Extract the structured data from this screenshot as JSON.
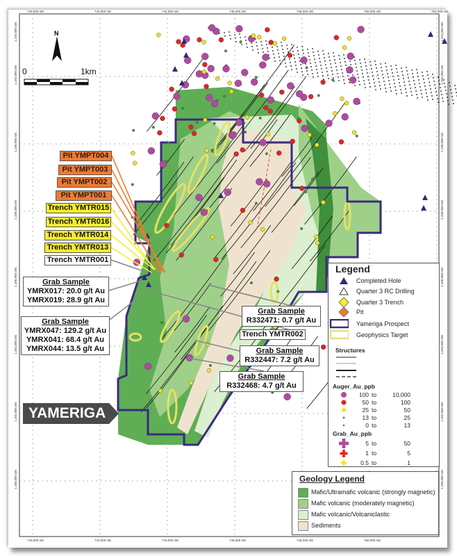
{
  "map": {
    "prospect_name": "YAMERIGA",
    "north_label": "N",
    "scale": {
      "start": "0",
      "end": "1km"
    },
    "eastings_top": [
      "740,000 mE",
      "742,000 mE",
      "744,000 mE",
      "746,000 mE",
      "748,000 mE",
      "750,000 mE",
      "752,000 mE"
    ],
    "eastings_bottom": [
      "740,000 mE",
      "742,000 mE",
      "744,000 mE",
      "746,000 mE",
      "748,000 mE",
      "750,000 mE"
    ],
    "northings": [
      "1,194,000 mN",
      "1,192,000 mN",
      "1,190,000 mN",
      "1,188,000 mN",
      "1,186,000 mN",
      "1,184,000 mN",
      "1,182,000 mN",
      "1,180,000 mN"
    ],
    "colors": {
      "prospect_outline": "#3a2a80",
      "geophysics_target": "#e8e060",
      "mafic_ultramafic": "#5fae55",
      "mafic_moderate": "#9fd08a",
      "mafic_volcaniclastic": "#dcefd0",
      "sediments": "#efe3cf",
      "pit": "#f07a30",
      "trench": "#f5ee2a"
    }
  },
  "pits": [
    "Pit YMPT004",
    "Pit YMPT003",
    "Pit YMPT002",
    "Pit YMPT001"
  ],
  "trenches": [
    "Trench YMTR015",
    "Trench YMTR016",
    "Trench YMTR014",
    "Trench YMTR013"
  ],
  "trench_white": [
    "Trench YMTR001",
    "Trench YMTR002"
  ],
  "grab_samples": [
    {
      "title": "Grab Sample",
      "lines": [
        "YMRX017: 20.0 g/t Au",
        "YMRX019: 28.9 g/t Au"
      ]
    },
    {
      "title": "Grab Sample",
      "lines": [
        "YMRX047: 129.2 g/t Au",
        "YMRX041: 68.4 g/t Au",
        "YMRX044: 13.5 g/t Au"
      ]
    },
    {
      "title": "Grab Sample",
      "lines": [
        "R332471: 0.7 g/t Au"
      ]
    },
    {
      "title": "Grab Sample",
      "lines": [
        "R332447: 7.2 g/t Au"
      ]
    },
    {
      "title": "Grab Sample",
      "lines": [
        "R332468: 4.7 g/t Au"
      ]
    }
  ],
  "legend": {
    "title": "Legend",
    "items": [
      {
        "label": "Completed Hole",
        "icon": "triangle-filled-icon"
      },
      {
        "label": "Quarter 3 RC Drilling",
        "icon": "triangle-outline-icon"
      },
      {
        "label": "Quarter 3 Trench",
        "icon": "yellow-diamond-icon"
      },
      {
        "label": "Pit",
        "icon": "orange-diamond-icon"
      },
      {
        "label": "Yameriga Prospect",
        "icon": "purple-rectangle-icon"
      },
      {
        "label": "Geophysics Target",
        "icon": "yellow-rectangle-icon"
      }
    ],
    "structures_title": "Structures",
    "auger_title": "Auger_Au_ppb",
    "auger_ranges": [
      {
        "from": "100",
        "to": "to",
        "max": "10,000",
        "color": "#b04aa0"
      },
      {
        "from": "50",
        "to": "to",
        "max": "100",
        "color": "#e02525"
      },
      {
        "from": "25",
        "to": "to",
        "max": "50",
        "color": "#f0e020"
      },
      {
        "from": "13",
        "to": "to",
        "max": "25",
        "color": "#3a9a3a"
      },
      {
        "from": "0",
        "to": "to",
        "max": "13",
        "color": "#111111"
      }
    ],
    "grab_title": "Grab_Au_ppb",
    "grab_ranges": [
      {
        "from": "5",
        "to": "to",
        "max": "50",
        "color": "#b04aa0"
      },
      {
        "from": "1",
        "to": "to",
        "max": "5",
        "color": "#e02525"
      },
      {
        "from": "0.5",
        "to": "to",
        "max": "1",
        "color": "#f0e020"
      }
    ]
  },
  "geology_legend": {
    "title": "Geology Legend",
    "items": [
      {
        "label": "Mafic/Ultramafic volcanic (strongly magnetic)",
        "color": "#5fae55"
      },
      {
        "label": "Mafic volcanic (moderately magnetic)",
        "color": "#9fd08a"
      },
      {
        "label": "Mafic volcanic/Volcaniclastic",
        "color": "#dcefd0"
      },
      {
        "label": "Sediments",
        "color": "#efe3cf"
      }
    ]
  }
}
